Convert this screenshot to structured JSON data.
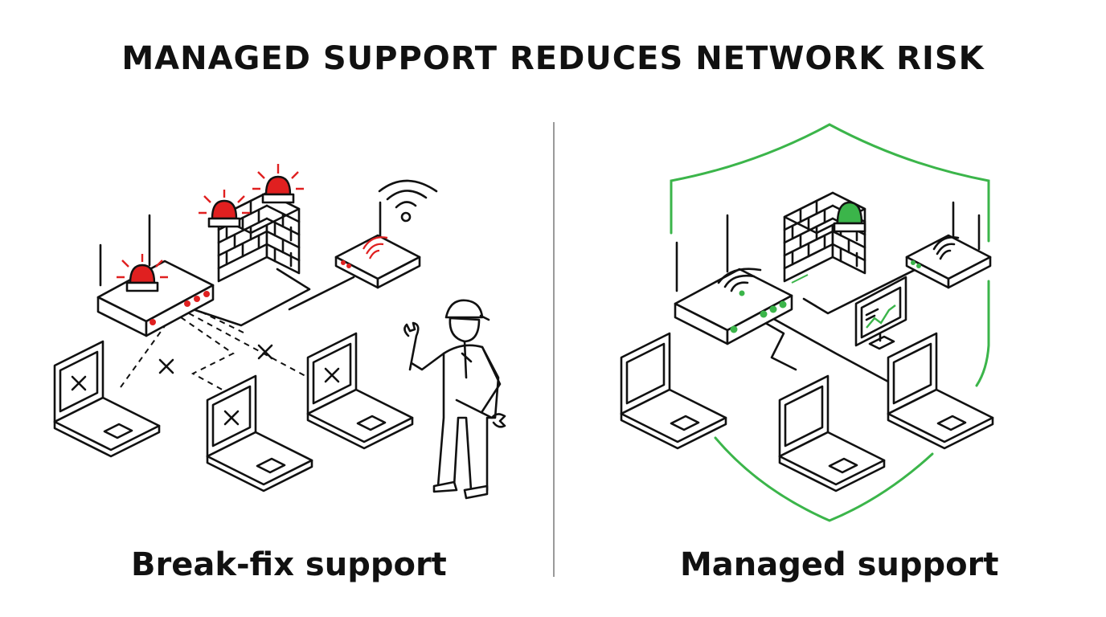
{
  "title": "MANAGED SUPPORT REDUCES NETWORK RISK",
  "panels": {
    "left": {
      "caption": "Break-fix support"
    },
    "right": {
      "caption": "Managed support"
    }
  },
  "colors": {
    "alert": "#e02020",
    "ok": "#3bb54a",
    "line": "#111111",
    "divider": "#9a9a9a"
  },
  "icons": {
    "left": [
      "router-icon",
      "firewall-icon",
      "wifi-router-icon",
      "laptop-icon",
      "alarm-light-icon",
      "technician-icon",
      "wrench-icon"
    ],
    "right": [
      "shield-icon",
      "router-icon",
      "firewall-icon",
      "wifi-router-icon",
      "monitor-icon",
      "laptop-icon",
      "status-light-icon"
    ]
  }
}
